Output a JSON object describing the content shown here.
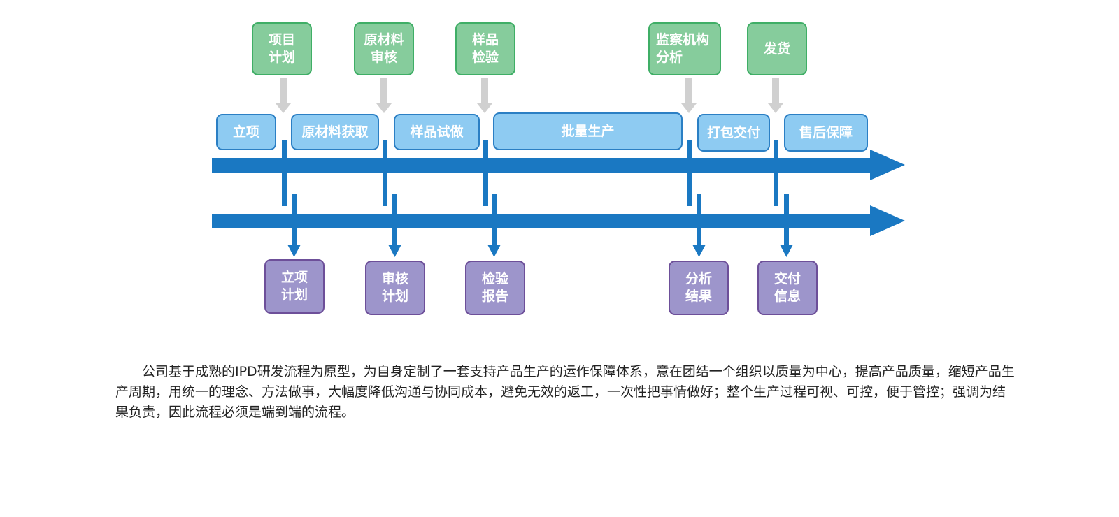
{
  "inputs": [
    {
      "label": "项目\n计划"
    },
    {
      "label": "原材料\n审核"
    },
    {
      "label": "样品\n检验"
    },
    {
      "label": "监察机构\n分析"
    },
    {
      "label": "发货"
    }
  ],
  "stages": [
    {
      "label": "立项"
    },
    {
      "label": "原材料获取"
    },
    {
      "label": "样品试做"
    },
    {
      "label": "批量生产"
    },
    {
      "label": "打包交付"
    },
    {
      "label": "售后保障"
    }
  ],
  "outputs": [
    {
      "label": "立项\n计划"
    },
    {
      "label": "审核\n计划"
    },
    {
      "label": "检验\n报告"
    },
    {
      "label": "分析\n结果"
    },
    {
      "label": "交付\n信息"
    }
  ],
  "description": "公司基于成熟的IPD研发流程为原型，为自身定制了一套支持产品生产的运作保障体系，意在团结一个组织以质量为中心，提高产品质量，缩短产品生产周期，用统一的理念、方法做事，大幅度降低沟通与协同成本，避免无效的返工，一次性把事情做好；整个生产过程可视、可控，便于管控；强调为结果负责，因此流程必须是端到端的流程。",
  "colors": {
    "input_fill": "#86cc9c",
    "stage_fill": "#8ecbf2",
    "output_fill": "#9d95cb",
    "arrow_main": "#1a78c2",
    "arrow_input": "#d0d0d0"
  }
}
